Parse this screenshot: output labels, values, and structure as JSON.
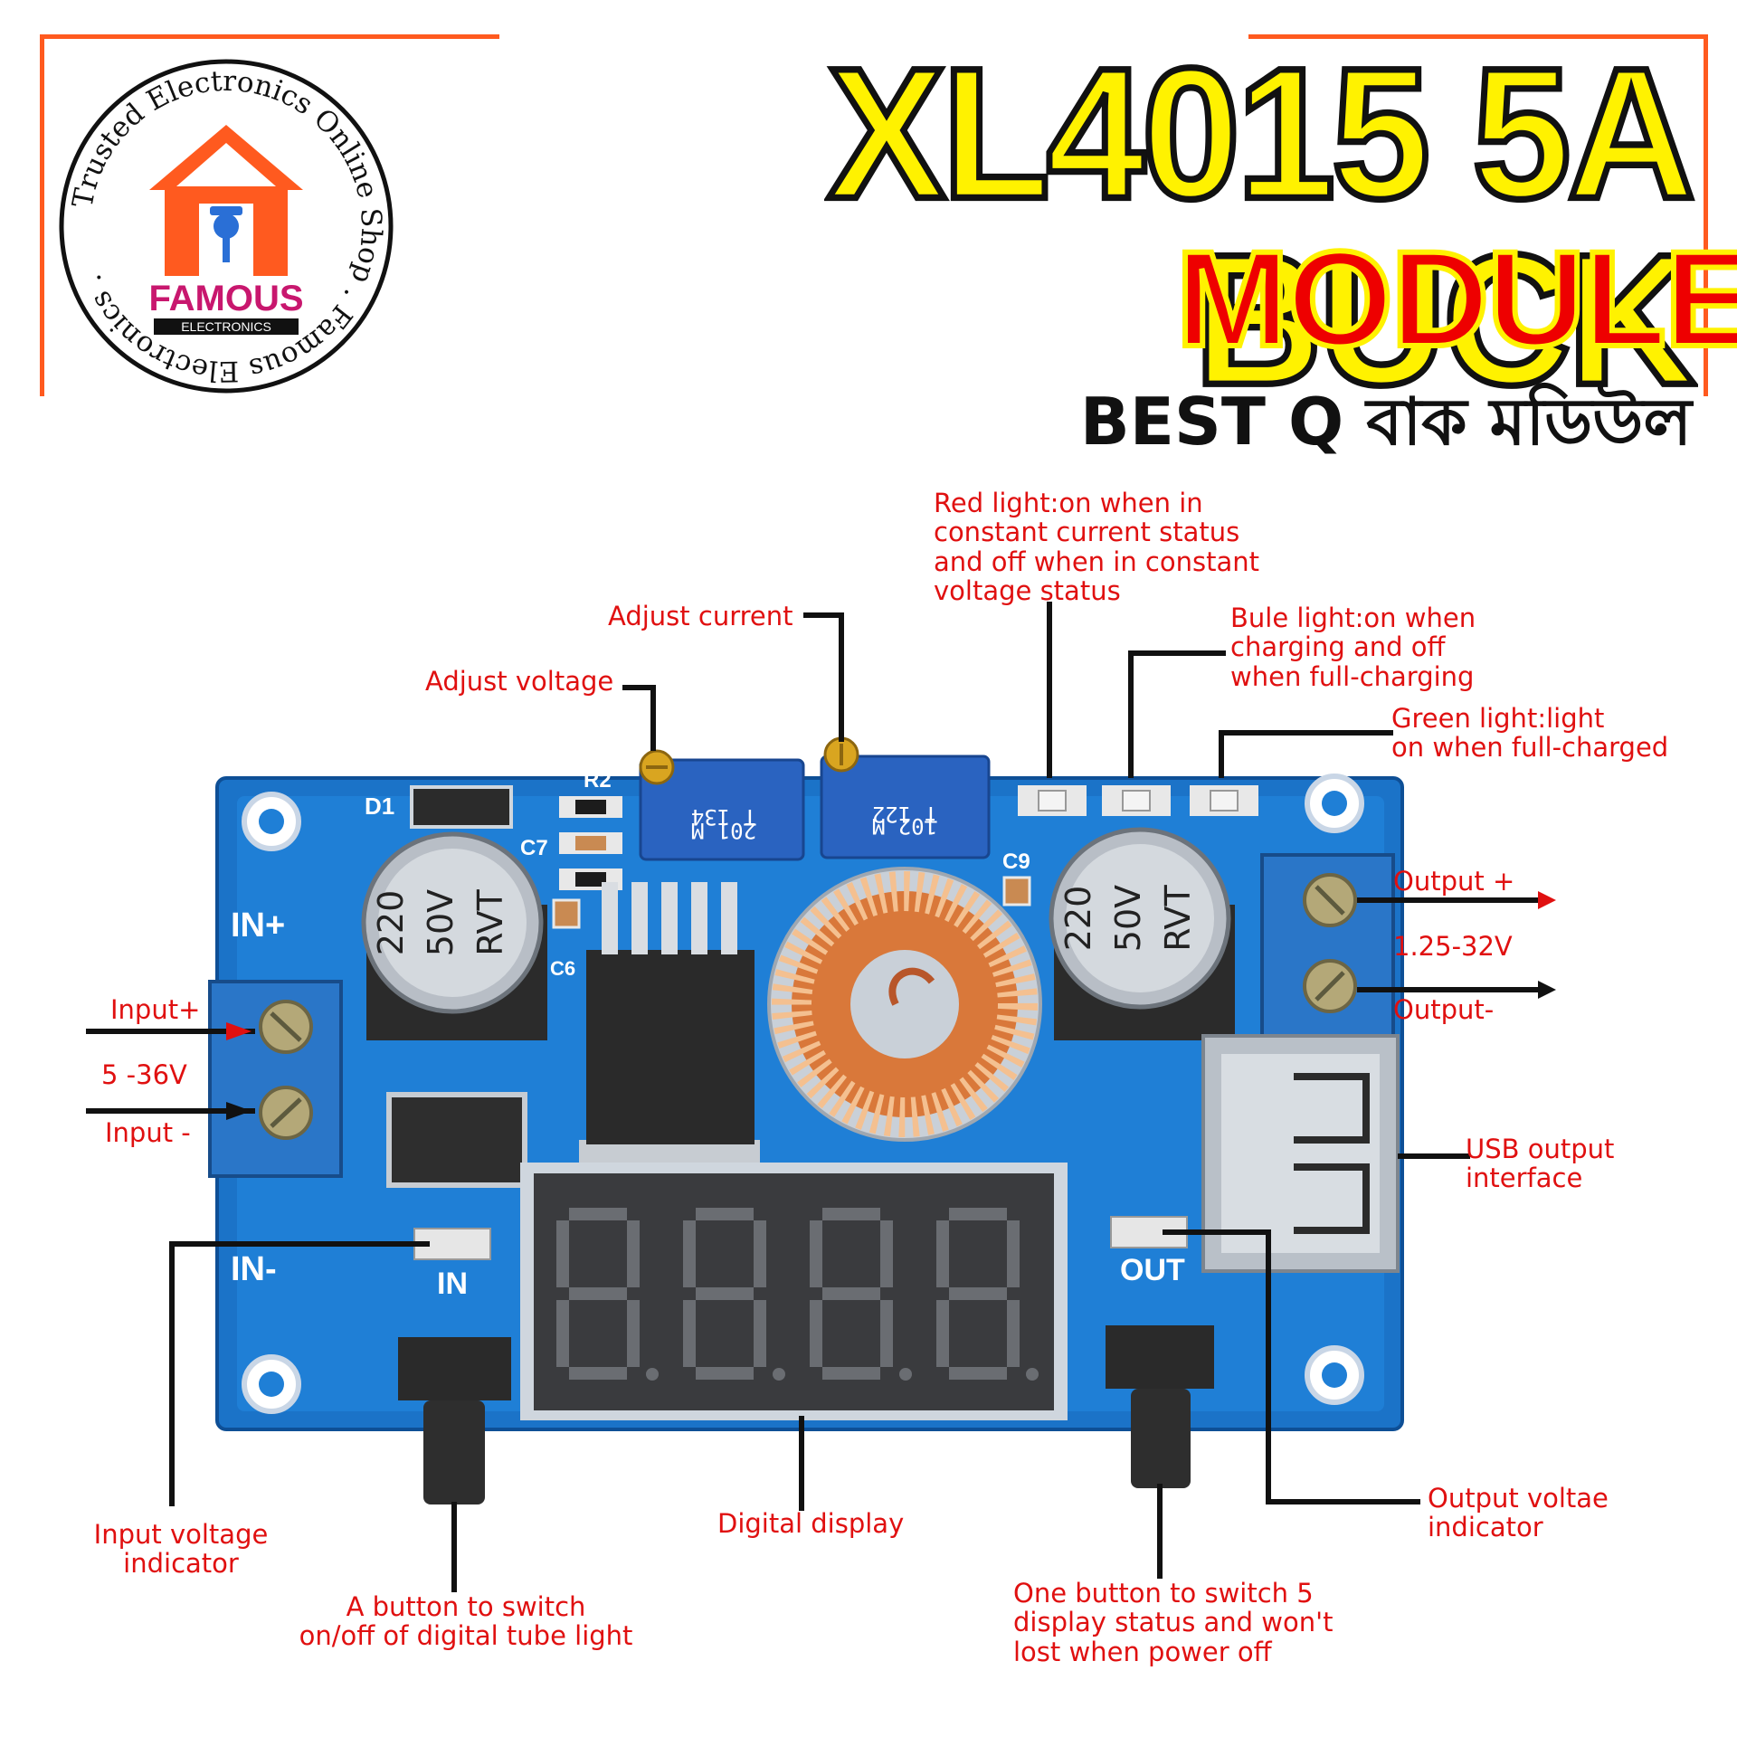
{
  "title": {
    "main": "XL4015 5A BUCK",
    "sub": "MODULE",
    "tagline": "BEST Q বাক মডিউল"
  },
  "logo": {
    "ring_text": "Trusted Electronics Online Shop . Famous Electronics .",
    "brand": "FAMOUS",
    "brand_sub": "ELECTRONICS"
  },
  "board": {
    "label_in_plus": "IN+",
    "label_in_minus": "IN-",
    "label_in": "IN",
    "label_out": "OUT",
    "label_d1": "D1",
    "label_r2": "R2",
    "label_c7": "C7",
    "label_c6": "C6",
    "label_c9": "C9",
    "cap_left": [
      "220",
      "50V",
      "RVT"
    ],
    "cap_right": [
      "220",
      "50V",
      "RVT"
    ],
    "pot_left": [
      "T 134",
      "201 M"
    ],
    "pot_right": [
      "T 122",
      "102 M"
    ]
  },
  "callouts": {
    "red_light": "Red light:on when in\nconstant current status\nand off when in constant\nvoltage status",
    "adjust_current": "Adjust current",
    "adjust_voltage": "Adjust voltage",
    "blue_light": "Bule light:on when\ncharging and off\nwhen full-charging",
    "green_light": "Green light:light\non when full-charged",
    "output_plus": "Output +",
    "output_range": "1.25-32V",
    "output_minus": "Output-",
    "input_plus": "Input+",
    "input_range": "5 -36V",
    "input_minus": "Input -",
    "usb_output": "USB output\ninterface",
    "input_voltage_indicator": "Input voltage\nindicator",
    "button_light": "A button to switch\non/off of digital tube light",
    "digital_display": "Digital display",
    "button_display": "One button to switch 5\ndisplay status and won't\nlost when power off",
    "output_voltage_indicator": "Output voltae\nindicator"
  },
  "colors": {
    "accent_orange": "#ff5a1f",
    "title_yellow": "#fff200",
    "module_red": "#ee0000",
    "label_red": "#e01010",
    "board_blue": "#1b73c8"
  }
}
